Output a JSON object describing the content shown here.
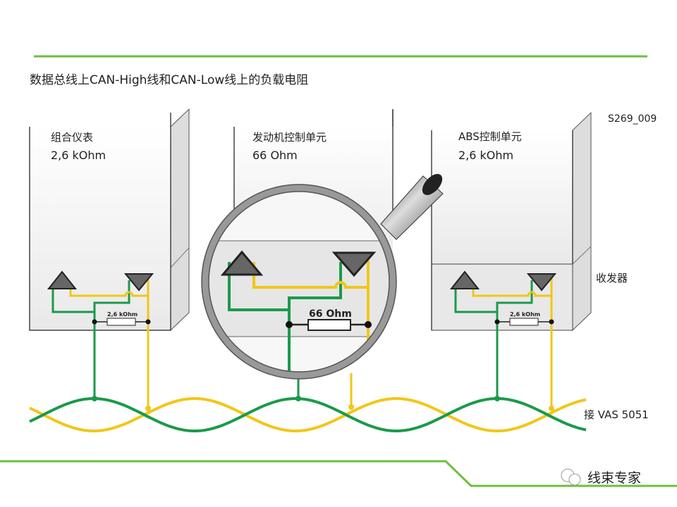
{
  "title": "数据总线上CAN-High线和CAN-Low线上的负载电阻",
  "figure_id": "S269_009",
  "modules": [
    {
      "name": "组合仪表",
      "resistance": "2,6 kOhm",
      "resistor_label": "2,6 kOhm"
    },
    {
      "name": "发动机控制单元",
      "resistance": "66 Ohm",
      "resistor_label": "66 Ohm"
    },
    {
      "name": "ABS控制单元",
      "resistance": "2,6 kOhm",
      "resistor_label": "2,6 kOhm"
    }
  ],
  "transceiver_label": "收发器",
  "connector_label": "接 VAS 5051",
  "watermark": "线束专家",
  "colors": {
    "can_high": "#f2c618",
    "can_low": "#1a9a4a",
    "accent": "#6cbf3f"
  }
}
